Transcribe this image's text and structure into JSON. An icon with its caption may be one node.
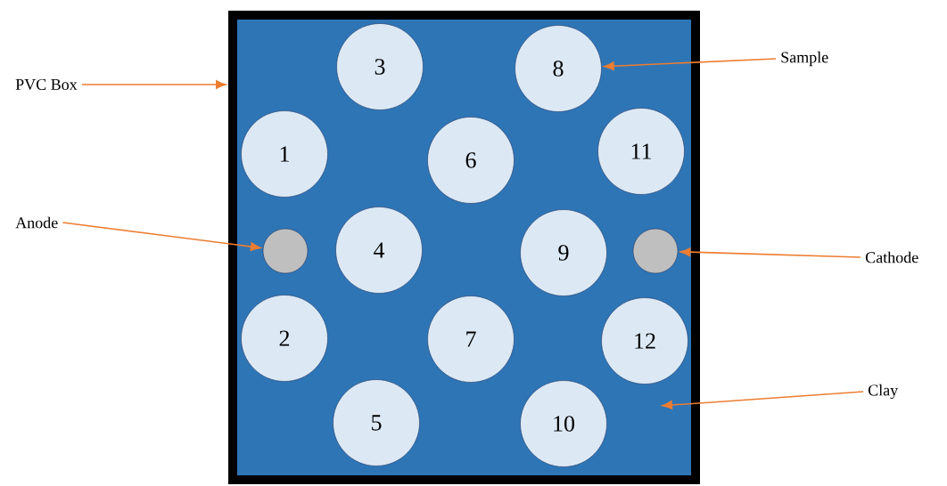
{
  "diagram": {
    "nodes": [
      {
        "text": [],
        "shape": "box"
      },
      {
        "text": [
          "1"
        ],
        "in": 0
      },
      {
        "text": [
          "2"
        ],
        "in": 0
      },
      {
        "text": [
          "3"
        ],
        "in": 0
      },
      {
        "text": [
          "4"
        ],
        "in": 0
      },
      {
        "text": [
          "5"
        ],
        "in": 0
      },
      {
        "text": [
          "6"
        ],
        "in": 0
      },
      {
        "text": [
          "7"
        ],
        "in": 0
      },
      {
        "text": [
          "8"
        ],
        "in": 0
      },
      {
        "text": [
          "9"
        ],
        "in": 0
      },
      {
        "text": [
          "10"
        ],
        "in": 0
      },
      {
        "text": [
          "11"
        ],
        "in": 0
      },
      {
        "text": [
          "12"
        ],
        "in": 0
      },
      {
        "text": [],
        "shape": "circle",
        "in": 0
      },
      {
        "text": [],
        "shape": "circle",
        "in": 0
      },
      {
        "text": [
          "PVC Box"
        ]
      },
      {
        "text": [
          "Sample"
        ]
      },
      {
        "text": [
          "Anode"
        ]
      },
      {
        "text": [
          "Cathode"
        ]
      },
      {
        "text": [
          "Clay"
        ]
      }
    ],
    "edges": [
      {
        "from": 15,
        "to": 0,
        "arrow": "to"
      },
      {
        "from": 16,
        "to": 8,
        "arrow": "to"
      },
      {
        "from": 17,
        "to": 13,
        "arrow": "to"
      },
      {
        "from": 18,
        "to": 14,
        "arrow": "to"
      },
      {
        "from": 19,
        "to": null,
        "arrow": "to"
      }
    ]
  }
}
